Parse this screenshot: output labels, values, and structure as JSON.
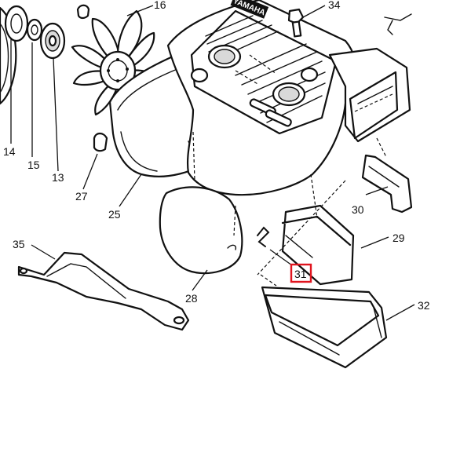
{
  "diagram": {
    "callouts": {
      "c14": "14",
      "c15": "15",
      "c13": "13",
      "c16": "16",
      "c34": "34",
      "c27": "27",
      "c25": "25",
      "c30": "30",
      "c29": "29",
      "c35": "35",
      "c31": "31",
      "c28": "28",
      "c32": "32"
    },
    "highlight_callout": "31",
    "highlight_color": "#e0141e",
    "stamp_text": "YAMAHA"
  }
}
